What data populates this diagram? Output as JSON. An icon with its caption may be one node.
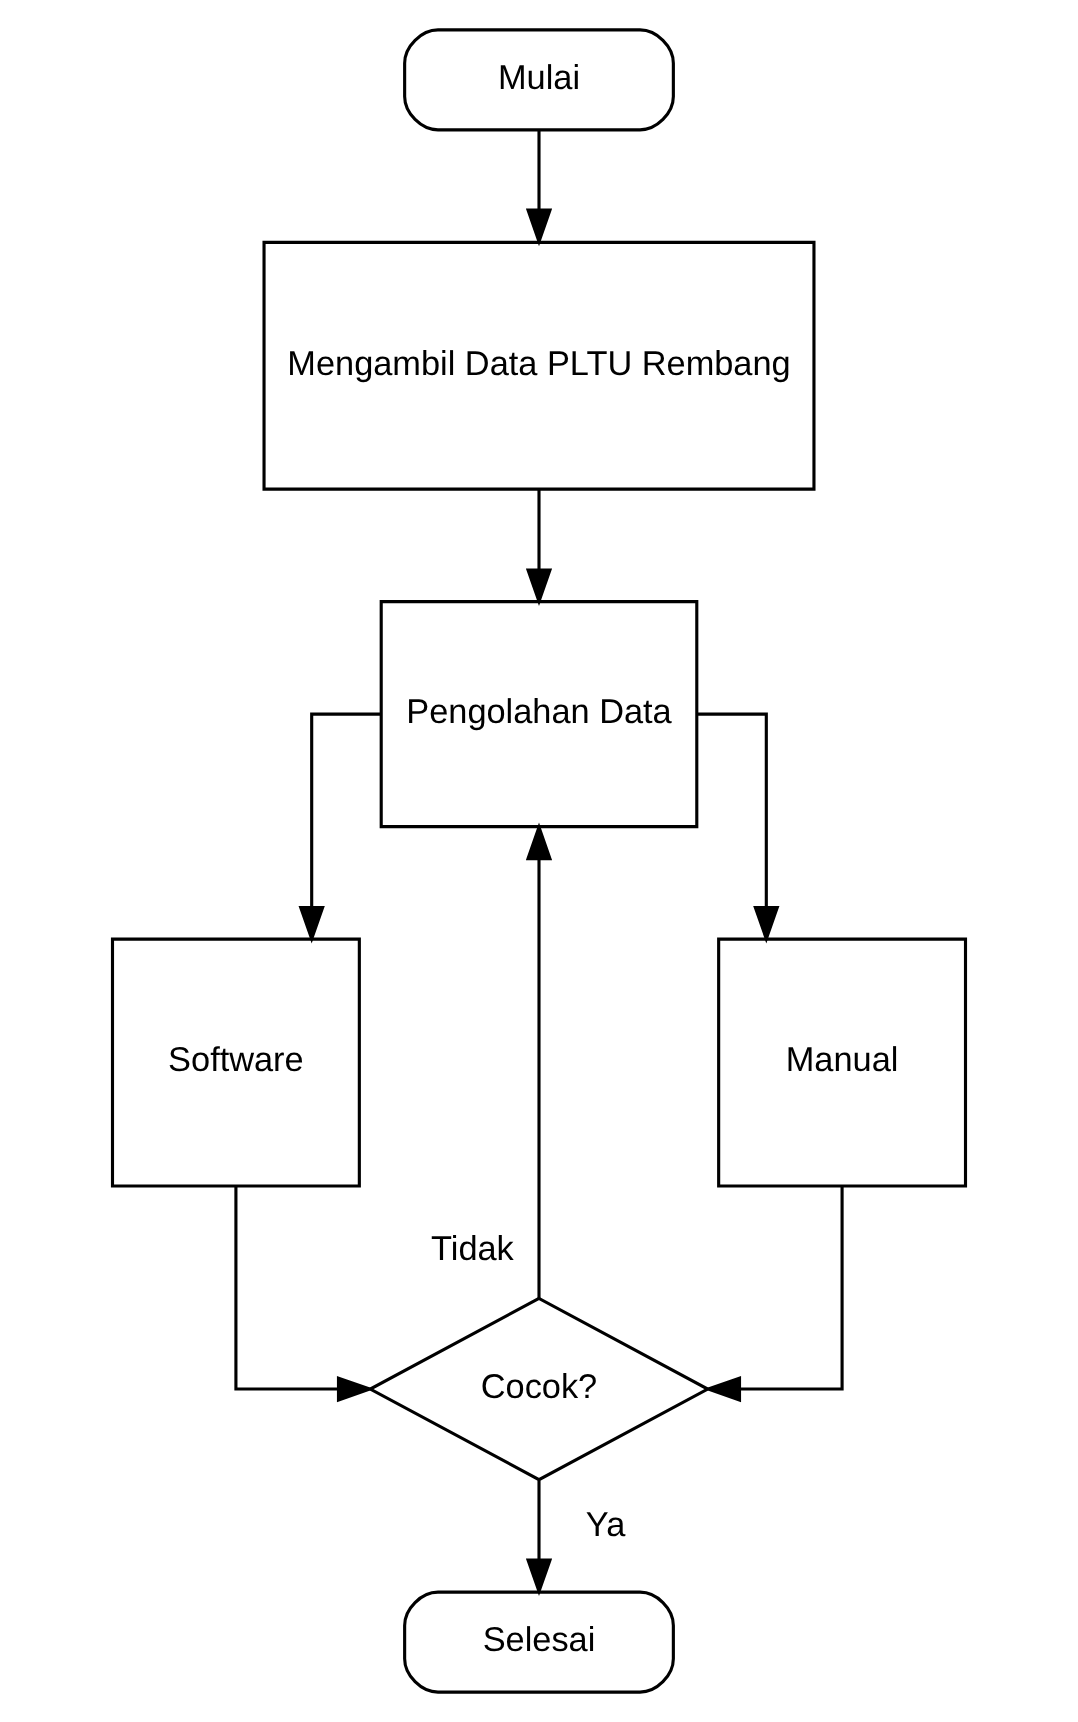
{
  "diagram": {
    "nodes": [
      {
        "text": [
          "Mulai"
        ]
      },
      {
        "text": [
          "Mengambil Data PLTU Rembang"
        ]
      },
      {
        "text": [
          "Pengolahan Data"
        ]
      },
      {
        "text": [
          "Software"
        ]
      },
      {
        "text": [
          "Manual"
        ]
      },
      {
        "text": [
          "Cocok?"
        ]
      },
      {
        "text": [
          "Selesai"
        ]
      }
    ],
    "edges": [
      {
        "from": 0,
        "to": 1,
        "arrow": "to"
      },
      {
        "from": 1,
        "to": 2,
        "arrow": "to"
      },
      {
        "from": 2,
        "to": 3,
        "arrow": "to"
      },
      {
        "from": 2,
        "to": 4,
        "arrow": "to"
      },
      {
        "from": 3,
        "to": 5,
        "arrow": "to"
      },
      {
        "from": 4,
        "to": 5,
        "arrow": "to"
      },
      {
        "from": 5,
        "to": 6,
        "arrow": "to",
        "label": "Ya"
      },
      {
        "from": 5,
        "to": 2,
        "arrow": "to",
        "label": "Tidak"
      }
    ]
  }
}
